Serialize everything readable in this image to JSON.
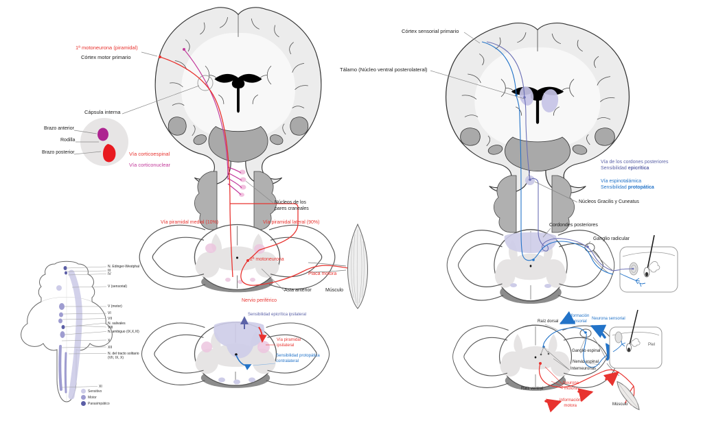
{
  "colors": {
    "red": "#e8332f",
    "magenta": "#c2399b",
    "indigo": "#5c63a8",
    "blue": "#2273c8",
    "light_purple": "#cdcce8",
    "mid_purple": "#9e9cd0",
    "dark_purple": "#5b5ea6",
    "pink": "#ecc6df",
    "brain_gray": "#ececec",
    "stem_gray": "#b0b0b0"
  },
  "left": {
    "motoneurona1": "1ª motoneurona (piramidal)",
    "cortex_motor": "Córtex motor primario",
    "capsula_interna": "Cápsula interna",
    "brazo_anterior": "Brazo anterior",
    "rodilla": "Rodilla",
    "brazo_posterior": "Brazo posterior",
    "via_corticoespinal": "Vía corticoespinal",
    "via_corticonuclear": "Vía corticonuclear",
    "nucleos_pares": "Núcleos de los\npares craneales",
    "via_medial": "Vía piramidal medial (10%)",
    "via_lateral": "Vía piramidal lateral (90%)",
    "motoneurona2": "2ª motoneurona",
    "placa_motora": "Placa motora",
    "asta_anterior": "Asta anterior",
    "musculo": "Músculo",
    "nervio_periferico": "Nervio periférico"
  },
  "left_cord": {
    "sens_epicritica": "Sensibilidad epicrítica ipsilateral",
    "via_piramidal": "Vía piramidal\nipsilateral",
    "sens_protopatica": "Sensibilidad protopática\ncontralateral"
  },
  "brainstem": {
    "nuclei": [
      "N. Edinger-Westphal",
      "III",
      "IV",
      "V (sensorial)",
      "V (motor)",
      "VI",
      "VII",
      "N. salivales",
      "VIII",
      "N. ambiguo (IX,X,XI)",
      "X",
      "XII",
      "N. del tracto solitario\n(VII, IX, X)",
      "XI"
    ],
    "legend": [
      {
        "label": "Sensitivo",
        "color": "#cdcce8"
      },
      {
        "label": "Motor",
        "color": "#9e9cd0"
      },
      {
        "label": "Parasimpático",
        "color": "#5b5ea6"
      }
    ]
  },
  "right": {
    "cortex_sensorial": "Córtex sensorial primario",
    "talamo": "Tálamo (Núcleo ventral posterolateral)",
    "via_cordones": "Vía de los cordones posteriores",
    "sens_label1": "Sensibilidad ",
    "epicritica": "epicrítica",
    "via_espinotalamica": "Vía espinotalámica",
    "sens_label2": "Sensibilidad ",
    "protopatica": "protopática",
    "nucleos_gracilis": "Núcleos Gracilis y Cuneatus",
    "cordones_posteriores": "Cordondes posteriores",
    "ganglio_radicular": "Ganglio radicular"
  },
  "reflex": {
    "raiz_dorsal": "Raíz dorsal",
    "info_sensorial": "Información\nsensorial",
    "neurona_sensorial": "Neurona sensorial",
    "ganglio_espinal": "Ganglio espinal",
    "nervio_espinal": "Nervio espinal",
    "interneuronas": "Interneuronas",
    "raiz_ventral": "Raíz ventral",
    "neurona_motora": "Neurona\nmotora",
    "info_motora": "Información\nmotora",
    "musculo": "Músculo",
    "piel": "Piel"
  }
}
